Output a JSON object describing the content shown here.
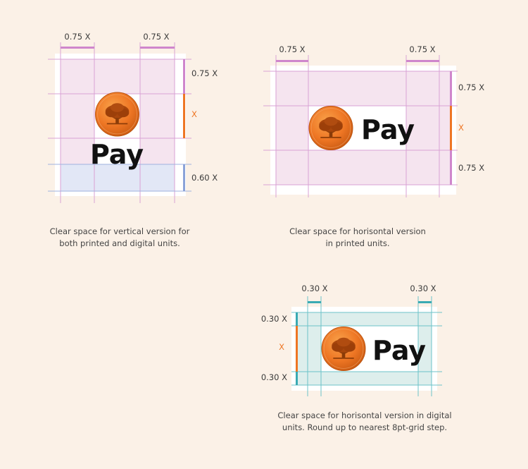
{
  "brand": {
    "wordmark": "Pay",
    "logo_icon": "orange-coin-oak-tree-icon"
  },
  "colors": {
    "background": "#fbf1e7",
    "clear_space_pink": "#f5e4ef",
    "clear_space_blue": "#e2e7f6",
    "clear_space_teal": "#ddeeec",
    "guide_pink": "#d9a2d4",
    "guide_blue": "#9fb2df",
    "guide_teal": "#6cc3c9",
    "measure_pink": "#cf86cc",
    "measure_blue": "#8ba3d8",
    "measure_teal": "#3aaab3",
    "measure_orange": "#ee7624",
    "coin_orange": "#ee7624"
  },
  "vertical": {
    "label_left": "0.75 X",
    "label_right": "0.75 X",
    "label_top": "0.75 X",
    "label_x": "X",
    "label_bottom": "0.60 X",
    "caption_line1": "Clear space for vertical version for",
    "caption_line2": "both printed and digital units."
  },
  "horizontal_print": {
    "label_left": "0.75 X",
    "label_right": "0.75 X",
    "label_top": "0.75 X",
    "label_x": "X",
    "label_bottom": "0.75 X",
    "caption_line1": "Clear space for horisontal version",
    "caption_line2": "in printed units."
  },
  "horizontal_digital": {
    "label_left": "0.30 X",
    "label_right": "0.30 X",
    "label_top": "0.30 X",
    "label_x": "X",
    "label_bottom": "0.30 X",
    "caption_line1": "Clear space for horisontal version in digital",
    "caption_line2": "units. Round up to nearest 8pt-grid step."
  }
}
